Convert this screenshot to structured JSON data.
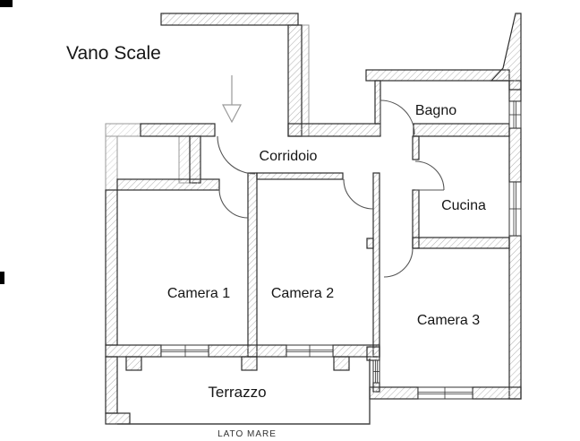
{
  "rooms": {
    "vano_scale": {
      "label": "Vano Scale"
    },
    "corridoio": {
      "label": "Corridoio"
    },
    "bagno": {
      "label": "Bagno"
    },
    "cucina": {
      "label": "Cucina"
    },
    "camera_1": {
      "label": "Camera 1"
    },
    "camera_2": {
      "label": "Camera 2"
    },
    "camera_3": {
      "label": "Camera 3"
    },
    "terrazzo": {
      "label": "Terrazzo"
    }
  },
  "annotations": {
    "lato_mare": "LATO MARE"
  },
  "icons": {
    "entrance_arrow": "down-arrow"
  },
  "colors": {
    "paper": "#ffffff",
    "wall_outline": "#2d2d2d",
    "wall_hatch": "#b4b4b4",
    "light_wall_hatch": "#d2d2d2",
    "light_wall_outline": "#9a9a9a",
    "door_arc": "#555555",
    "arrow": "#9a9a9a",
    "text": "#161616"
  }
}
